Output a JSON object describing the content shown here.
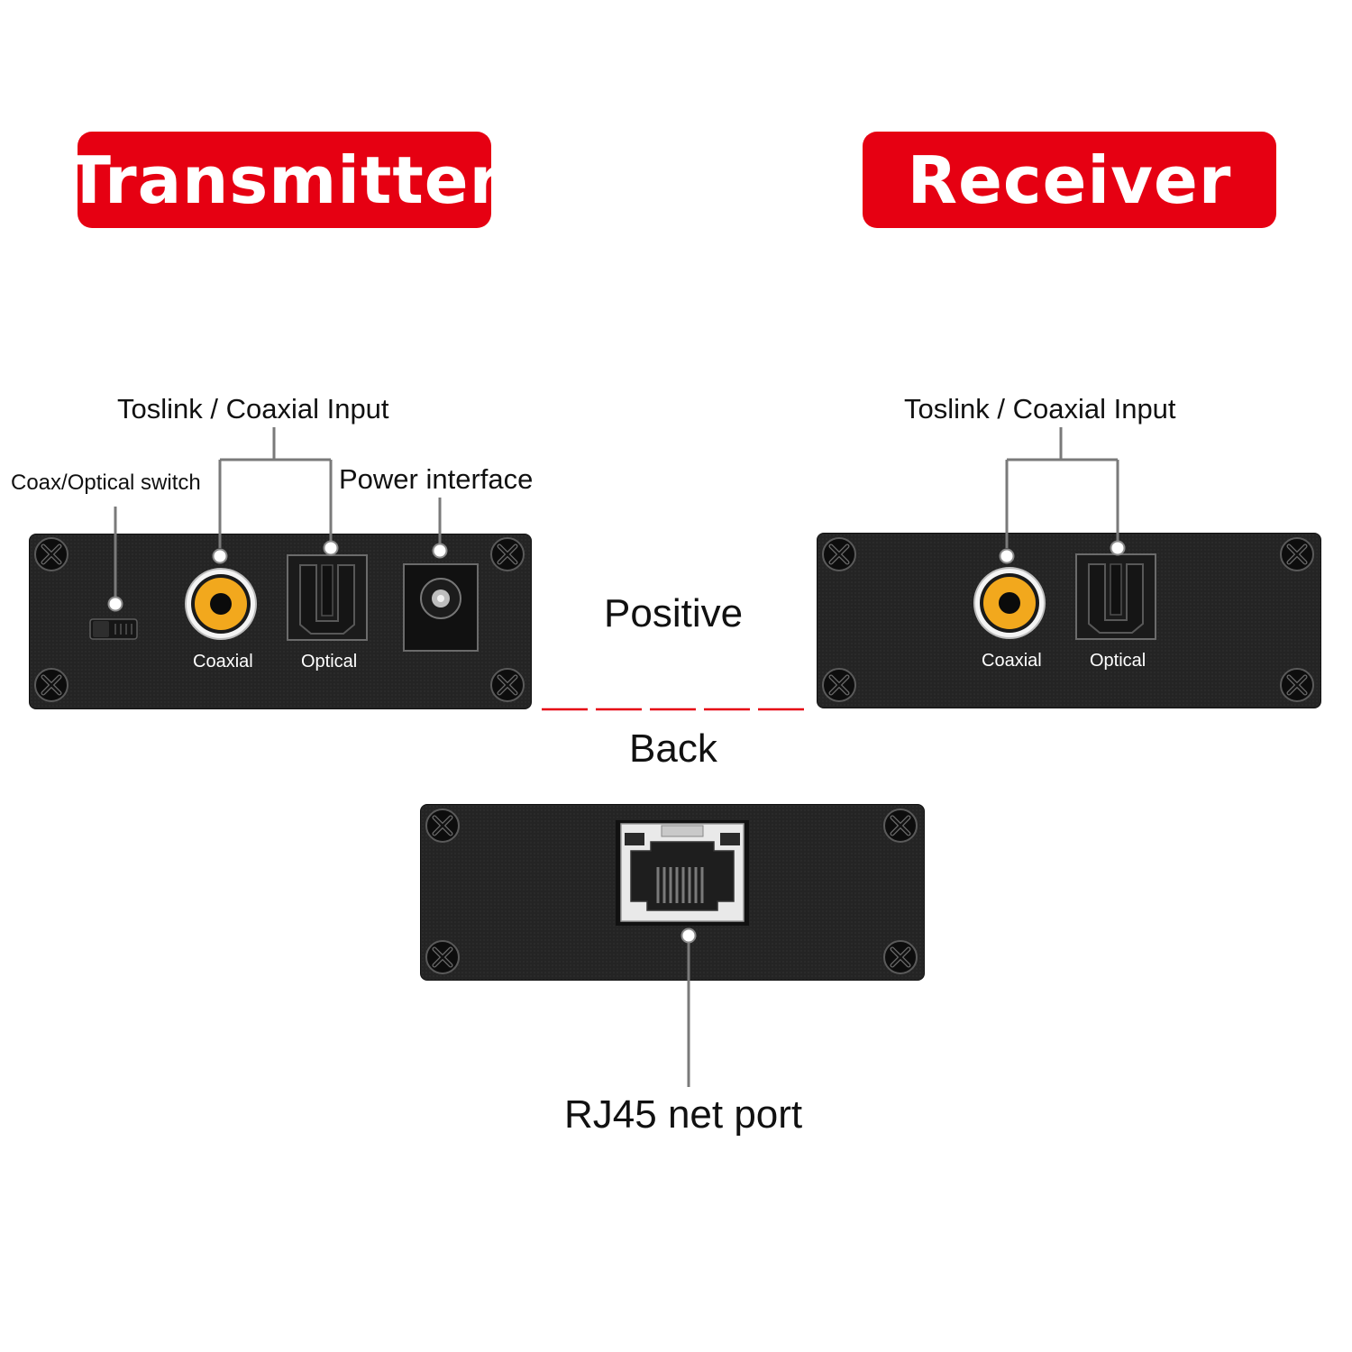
{
  "header": {
    "transmitter_title": "Transmitter",
    "receiver_title": "Receiver"
  },
  "transmitter": {
    "callouts": {
      "toslink_coaxial_input": "Toslink / Coaxial Input",
      "coax_optical_switch": "Coax/Optical switch",
      "power_interface": "Power interface"
    },
    "ports": {
      "coaxial": "Coaxial",
      "optical": "Optical"
    }
  },
  "receiver": {
    "callouts": {
      "toslink_coaxial_input": "Toslink / Coaxial Input"
    },
    "ports": {
      "coaxial": "Coaxial",
      "optical": "Optical"
    }
  },
  "views": {
    "positive": "Positive",
    "back": "Back"
  },
  "back_panel": {
    "callouts": {
      "rj45": "RJ45 net port"
    }
  },
  "colors": {
    "accent_red": "#E60012",
    "panel_black": "#242424",
    "rca_orange": "#F2A81D",
    "leader_line": "#7a7a7a"
  }
}
